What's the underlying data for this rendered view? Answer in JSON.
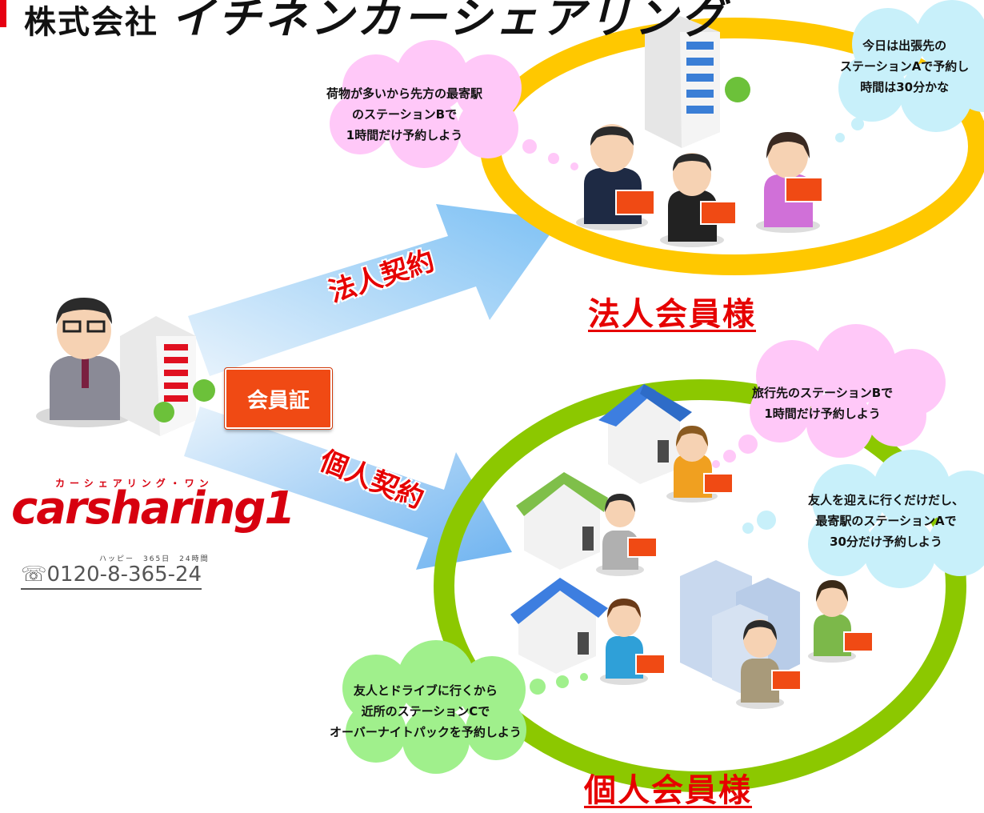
{
  "header": {
    "company_prefix": "株式会社",
    "company_name": "イチネンカーシェアリング"
  },
  "center": {
    "member_card_label": "会員証",
    "corporate_arrow_label": "法人契約",
    "personal_arrow_label": "個人契約"
  },
  "corporate": {
    "title": "法人会員様",
    "bubble_left": [
      "荷物が多いから先方の最寄駅",
      "のステーションBで",
      "1時間だけ予約しよう"
    ],
    "bubble_right": [
      "今日は出張先の",
      "ステーションAで予約し",
      "時間は30分かな"
    ]
  },
  "personal": {
    "title": "個人会員様",
    "bubble_top": [
      "旅行先のステーションBで",
      "1時間だけ予約しよう"
    ],
    "bubble_right": [
      "友人を迎えに行くだけだし、",
      "最寄駅のステーションAで",
      "30分だけ予約しよう"
    ],
    "bubble_bottom": [
      "友人とドライブに行くから",
      "近所のステーションCで",
      "オーバーナイトパックを予約しよう"
    ]
  },
  "logo": {
    "kana": "カーシェアリング・ワン",
    "name": "carsharing1",
    "tagline": "ハッピー　365日　24時間",
    "phone": "0120-8-365-24"
  },
  "colors": {
    "corporate_ring": "#ffc800",
    "personal_ring": "#8cc800",
    "arrow": "#6fb6f0",
    "accent_red": "#e60000",
    "card_orange": "#f04a14",
    "bubble_pink": "#ffc8f8",
    "bubble_blue": "#c8f0fa",
    "bubble_green": "#a0f08c"
  }
}
